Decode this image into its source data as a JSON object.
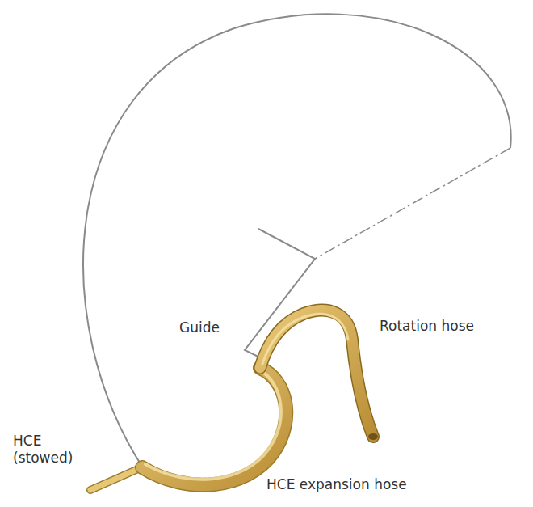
{
  "diagram": {
    "labels": [
      "Guide",
      "Rotation hose",
      "HCE (stowed)",
      "HCE expansion hose"
    ]
  }
}
